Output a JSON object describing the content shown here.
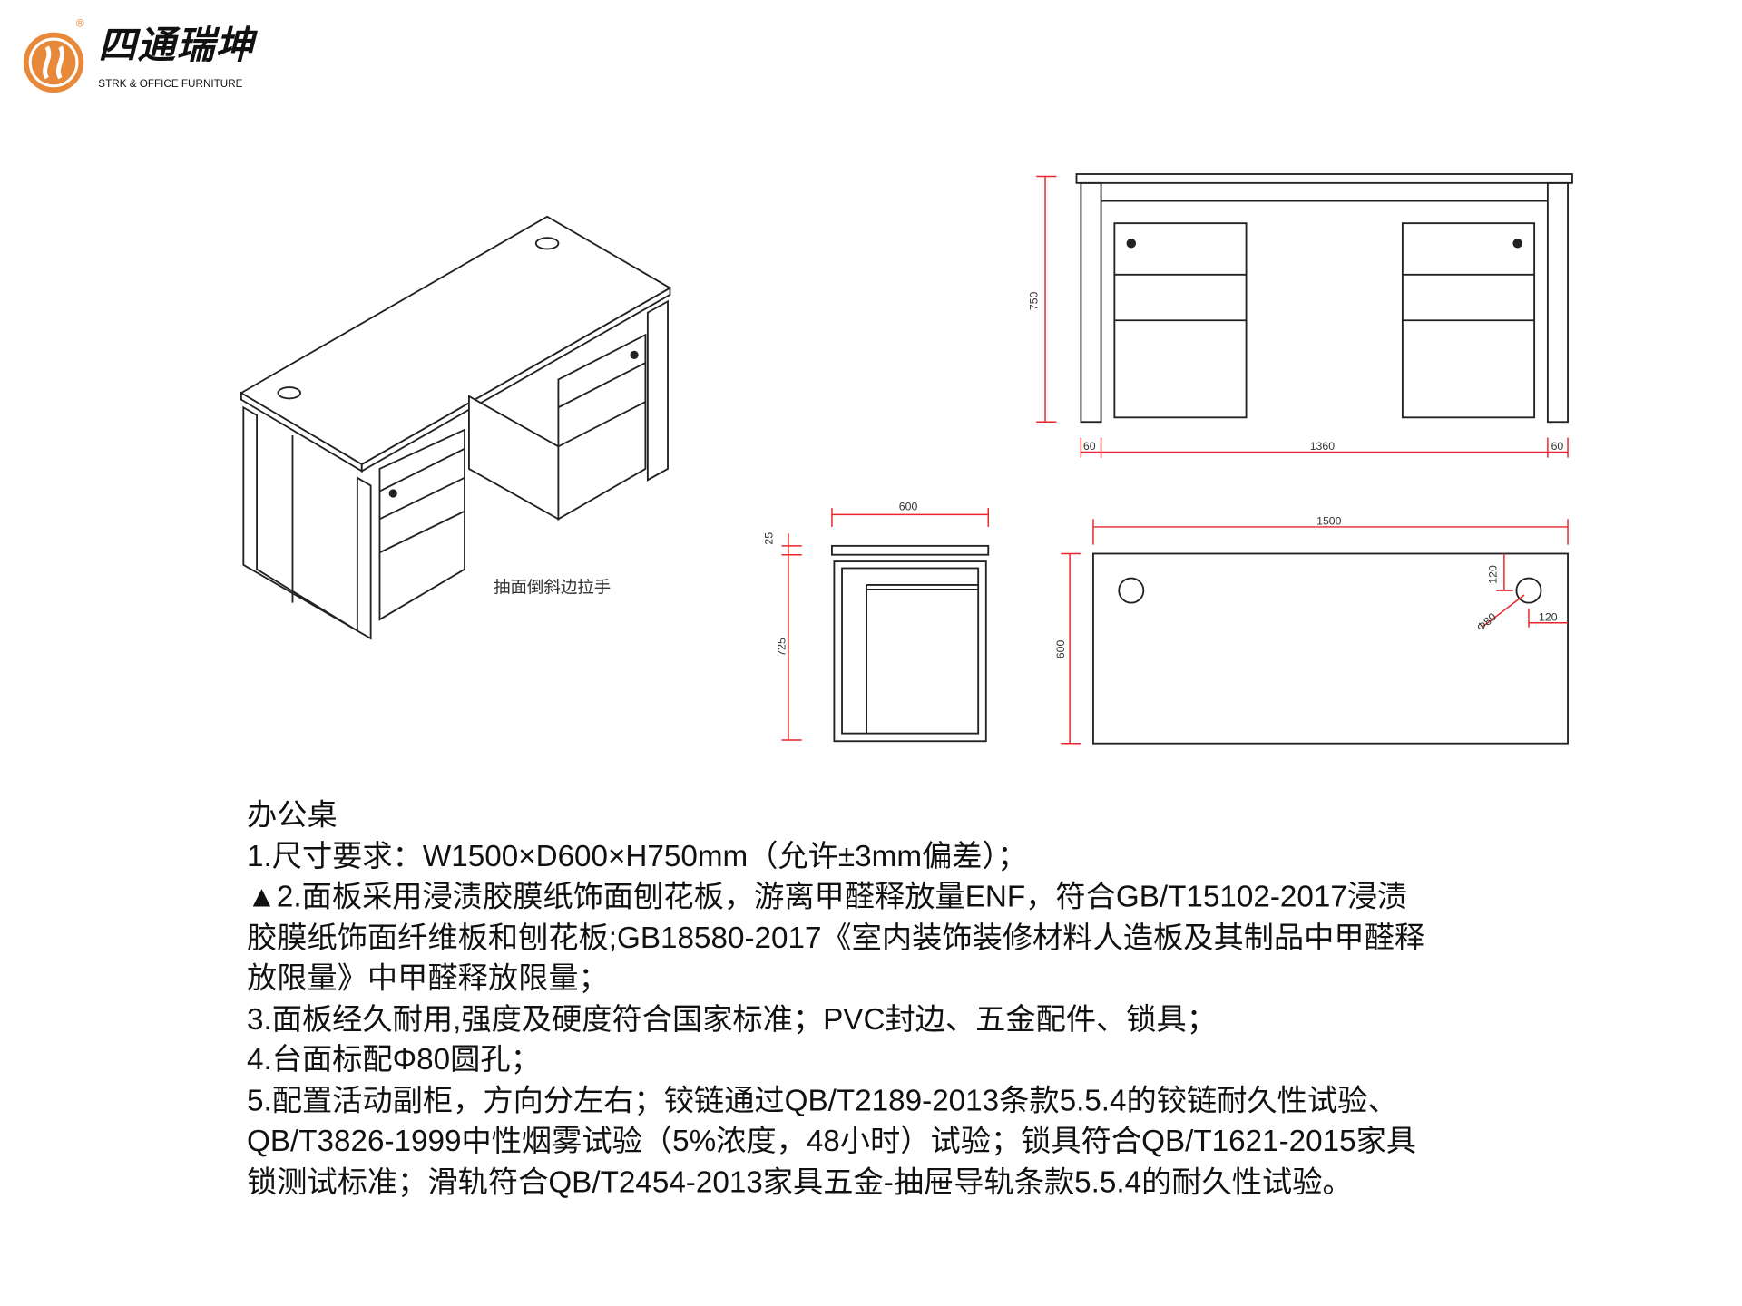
{
  "logo": {
    "brand_cn": "四通瑞坤",
    "brand_en": "STRK & OFFICE FURNITURE",
    "registered": "®",
    "accent": "#e8893a"
  },
  "drawing": {
    "annotation": "抽面倒斜边拉手",
    "front_view": {
      "height": "750",
      "left": "60",
      "middle": "1360",
      "right": "60"
    },
    "side_view": {
      "depth": "600",
      "top_thickness": "25",
      "leg_height": "725"
    },
    "top_view": {
      "width": "1500",
      "depth": "600",
      "hole_offset_y": "120",
      "hole_offset_x": "120",
      "hole_diameter": "Φ80"
    },
    "dim_color": "#e8262c"
  },
  "spec": {
    "title": "办公桌",
    "lines": [
      "1.尺寸要求：W1500×D600×H750mm（允许±3mm偏差）；",
      "▲2.面板采用浸渍胶膜纸饰面刨花板，游离甲醛释放量ENF，符合GB/T15102-2017浸渍",
      "胶膜纸饰面纤维板和刨花板;GB18580-2017《室内装饰装修材料人造板及其制品中甲醛释",
      "放限量》中甲醛释放限量；",
      "3.面板经久耐用,强度及硬度符合国家标准；PVC封边、五金配件、锁具；",
      "4.台面标配Φ80圆孔；",
      "5.配置活动副柜，方向分左右；铰链通过QB/T2189-2013条款5.5.4的铰链耐久性试验、",
      "QB/T3826-1999中性烟雾试验（5%浓度，48小时）试验；锁具符合QB/T1621-2015家具",
      "锁测试标准；滑轨符合QB/T2454-2013家具五金-抽屉导轨条款5.5.4的耐久性试验。"
    ]
  }
}
